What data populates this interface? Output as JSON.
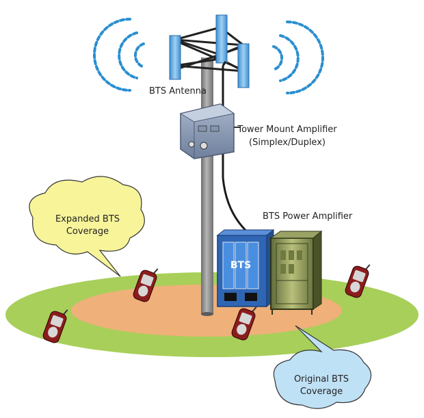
{
  "labels": {
    "antenna": "BTS Antenna",
    "tma_line1": "Tower Mount Amplifier",
    "tma_line2": "(Simplex/Duplex)",
    "power_amplifier": "BTS Power Amplifier",
    "bts_cabinet": "BTS"
  },
  "callouts": {
    "expanded": {
      "line1": "Expanded BTS",
      "line2": "Coverage"
    },
    "original": {
      "line1": "Original BTS",
      "line2": "Coverage"
    }
  },
  "colors": {
    "outer_coverage": "#a8cf5a",
    "inner_coverage": "#efb07a",
    "expanded_callout": "#f7f49a",
    "original_callout": "#bfe1f5",
    "bts_cabinet": "#3a78c8",
    "signal_waves": "#2a8fd0",
    "pole": "#8a8a8a",
    "phone_body": "#8c1d1d"
  },
  "icons": [
    "antenna-panel-icon",
    "signal-wave-icon",
    "mobile-phone-icon",
    "amplifier-box-icon",
    "equipment-rack-icon"
  ]
}
